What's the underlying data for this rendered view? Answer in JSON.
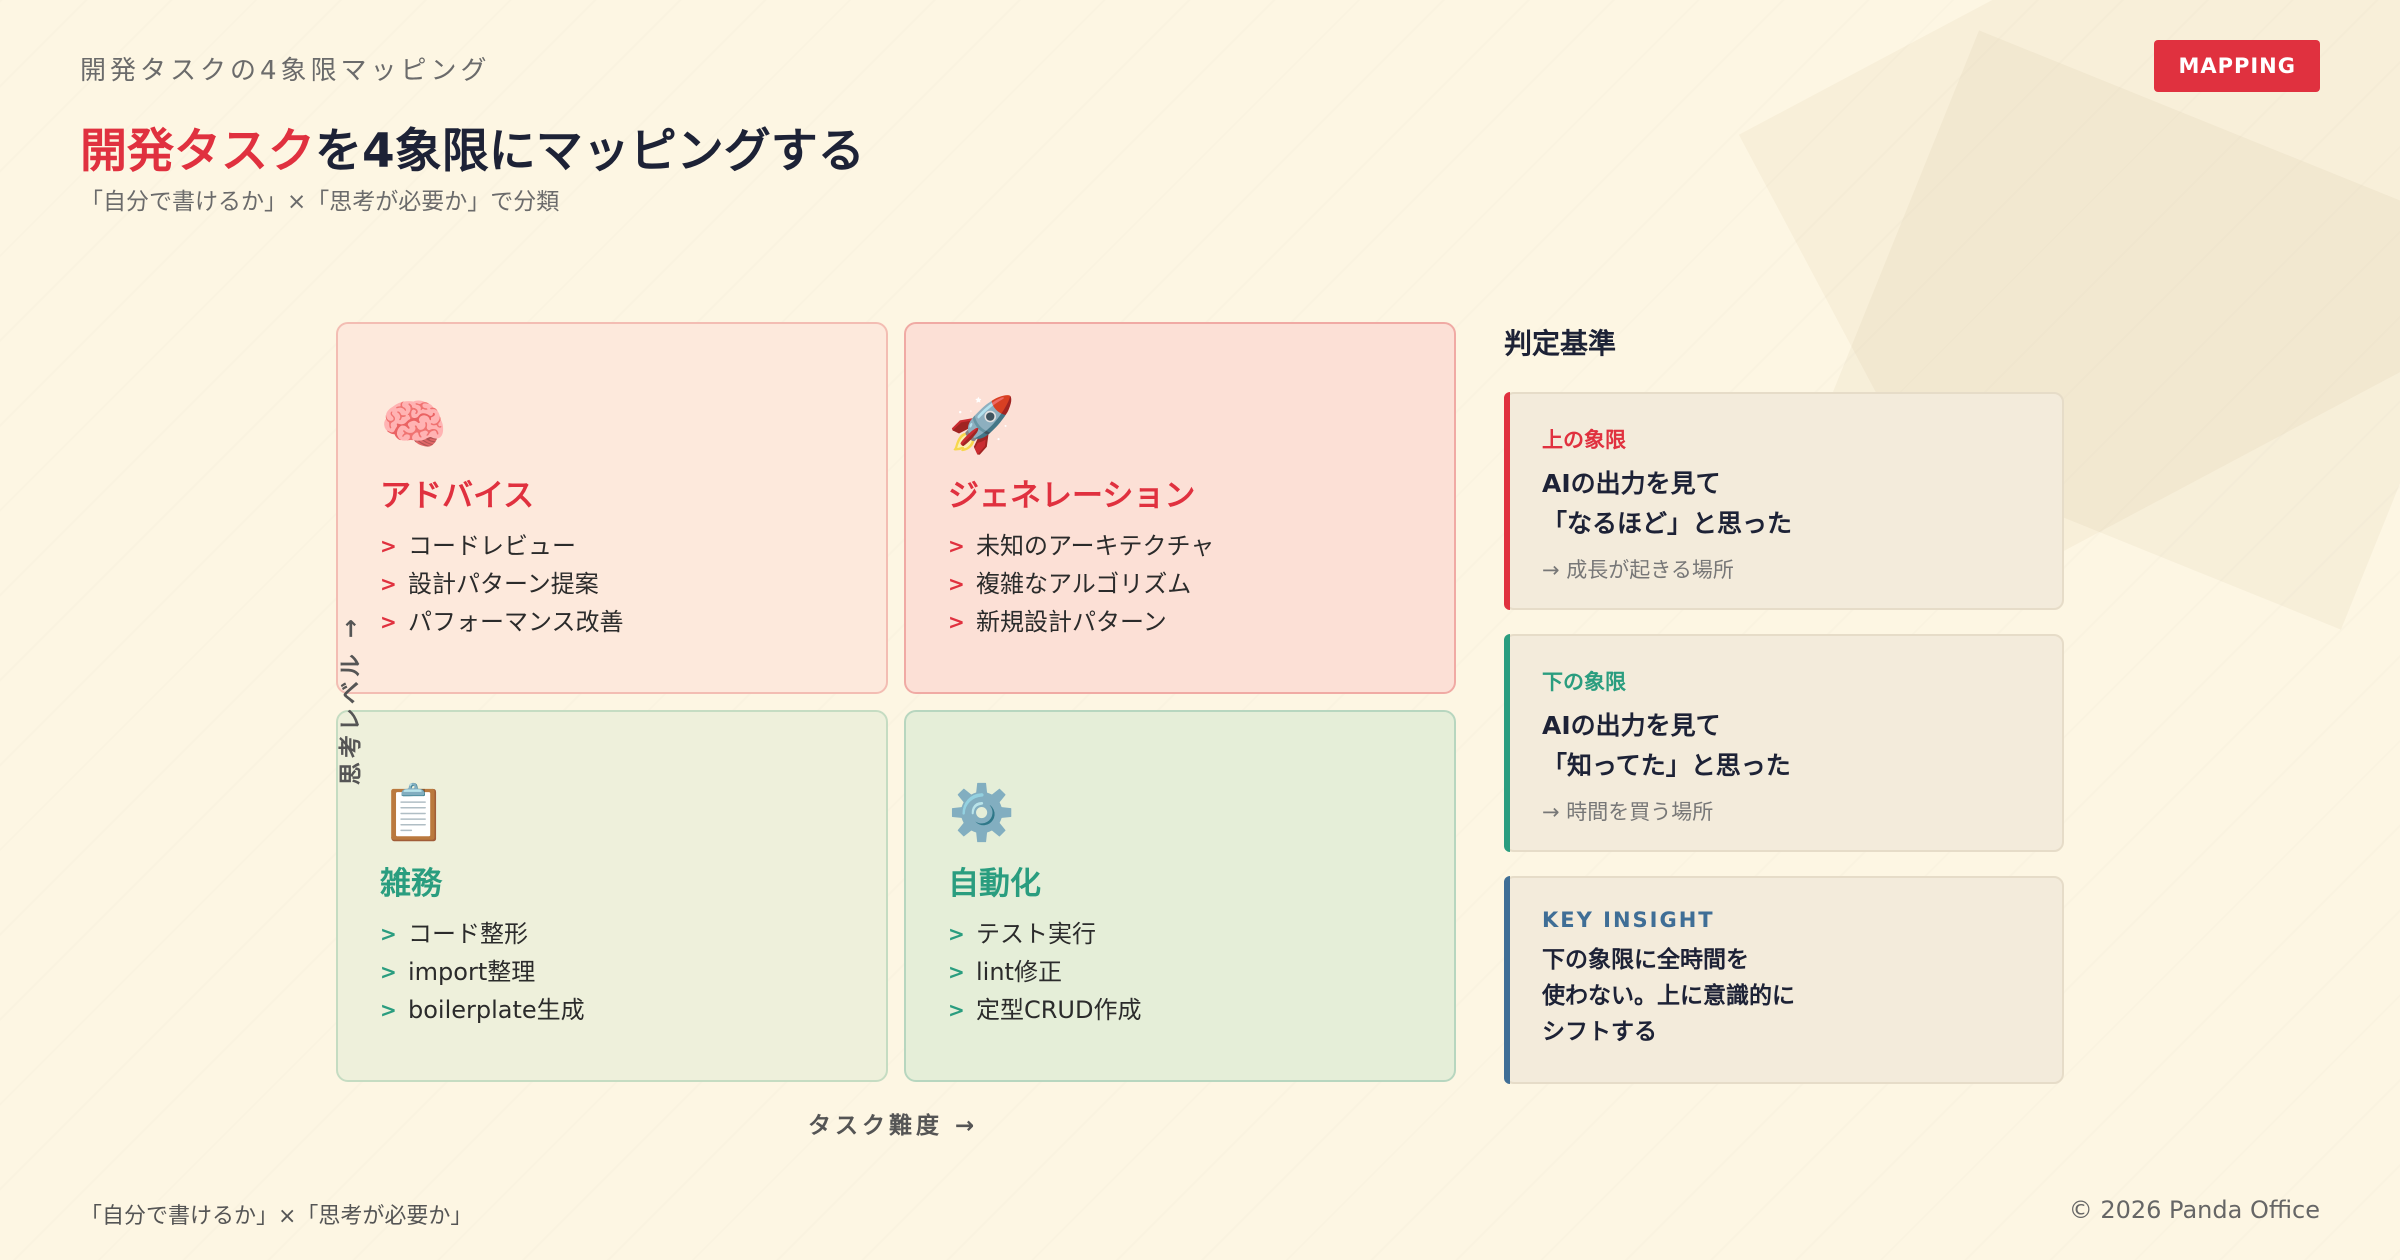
{
  "header": {
    "eyebrow": "開発タスクの4象限マッピング",
    "badge": "MAPPING",
    "title_accent": "開発タスク",
    "title_rest": "を4象限にマッピングする",
    "subtitle": "「自分で書けるか」×「思考が必要か」で分類"
  },
  "axes": {
    "y_label": "思考レベル →",
    "x_label": "タスク難度 →"
  },
  "quadrants": [
    {
      "icon": "🧠",
      "icon_name": "brain-icon",
      "title": "アドバイス",
      "items": [
        "コードレビュー",
        "設計パターン提案",
        "パフォーマンス改善"
      ]
    },
    {
      "icon": "🚀",
      "icon_name": "rocket-icon",
      "title": "ジェネレーション",
      "items": [
        "未知のアーキテクチャ",
        "複雑なアルゴリズム",
        "新規設計パターン"
      ]
    },
    {
      "icon": "📋",
      "icon_name": "clipboard-icon",
      "title": "雑務",
      "items": [
        "コード整形",
        "import整理",
        "boilerplate生成"
      ]
    },
    {
      "icon": "⚙️",
      "icon_name": "gear-icon",
      "title": "自動化",
      "items": [
        "テスト実行",
        "lint修正",
        "定型CRUD作成"
      ]
    }
  ],
  "marker": ">",
  "sidebar": {
    "heading": "判定基準",
    "cards": [
      {
        "label": "上の象限",
        "text": "AIの出力を見て\n「なるほど」と思った",
        "note": "→ 成長が起きる場所"
      },
      {
        "label": "下の象限",
        "text": "AIの出力を見て\n「知ってた」と思った",
        "note": "→ 時間を買う場所"
      },
      {
        "label": "KEY INSIGHT",
        "text": "下の象限に全時間を\n使わない。上に意識的に\nシフトする"
      }
    ]
  },
  "footer": {
    "left": "「自分で書けるか」×「思考が必要か」",
    "right": "© 2026 Panda Office"
  },
  "colors": {
    "accent_red": "#e0313f",
    "accent_green": "#2a9d7f",
    "accent_blue": "#3f6e96",
    "background": "#fdf6e3"
  }
}
